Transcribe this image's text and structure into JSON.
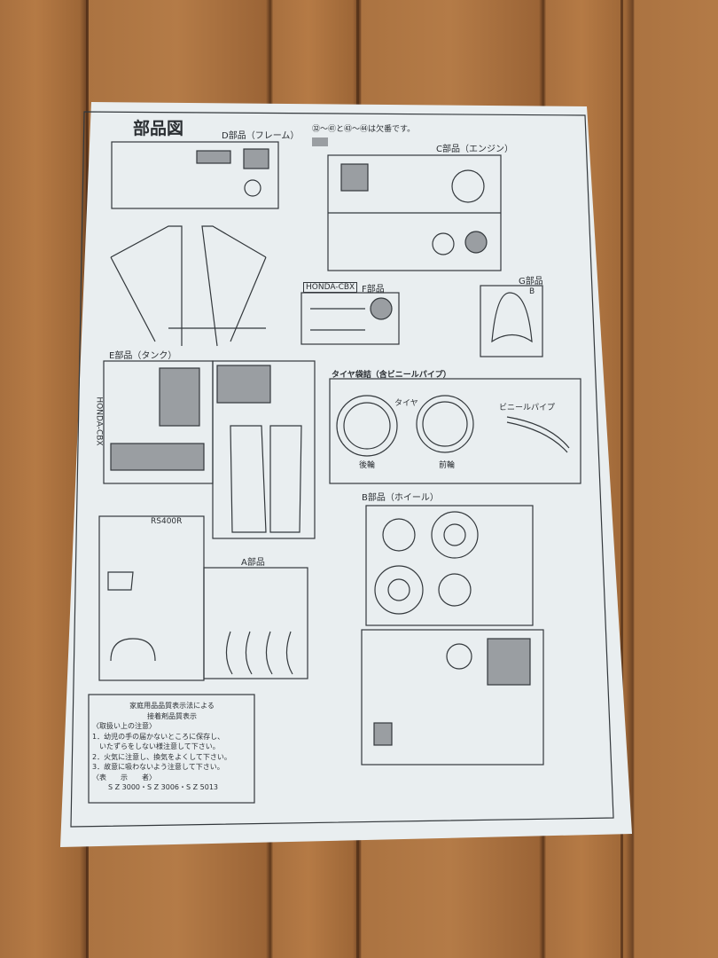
{
  "sheet": {
    "title": "部品図",
    "note": "㉜〜㊶と㊸〜㊹は欠番です。",
    "sections": {
      "d": "D部品（フレーム）",
      "c": "C部品（エンジン）",
      "f": "F部品",
      "f_tag": "HONDA-CBX",
      "g": "G部品",
      "g_tag": "B",
      "e": "E部品（タンク）",
      "e_tag": "HONDA-CBX",
      "tire": "タイヤ袋詰（含ビニールパイプ）",
      "b": "B部品（ホイール）",
      "a": "A部品",
      "a_tag": "RS400R"
    },
    "tire_box": {
      "tire_label": "タイヤ",
      "pipe_label": "ビニールパイプ",
      "rear_label": "後輪",
      "front_label": "前輪"
    },
    "caution": {
      "title1": "家庭用品品質表示法による",
      "title2": "接着剤品質表示",
      "heading": "〈取扱い上の注意〉",
      "lines": [
        "1．幼児の手の届かないところに保存し、",
        "　いたずらをしない様注意して下さい。",
        "2．火気に注意し、換気をよくして下さい。",
        "3．故意に吸わないよう注意して下さい。"
      ],
      "labeler": "〈表　　示　　者〉",
      "codes": "S Z 3000・S Z 3006・S Z 5013"
    }
  },
  "colors": {
    "paper": "#e9eef0",
    "ink": "#2b2f33",
    "wood": "#a8703f",
    "shaded_part": "#9a9ea2"
  }
}
